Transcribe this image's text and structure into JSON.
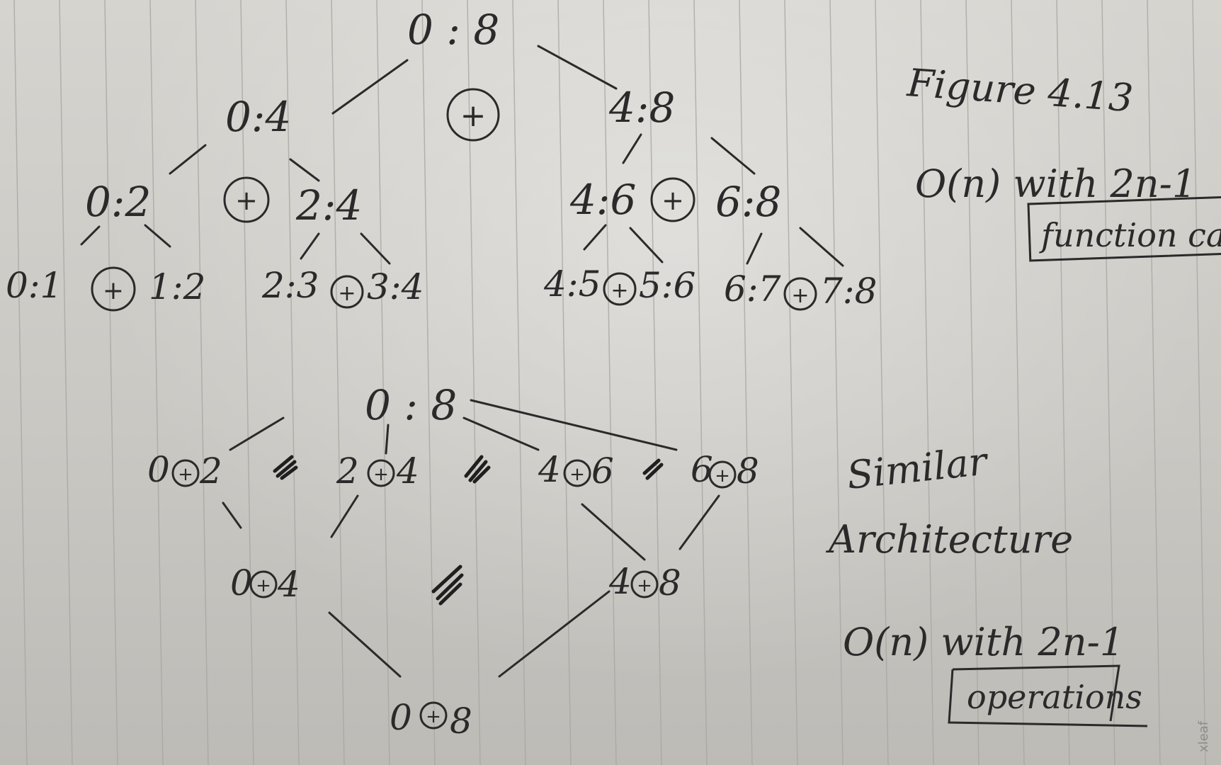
{
  "top_tree": {
    "root": "0 : 8",
    "level1": [
      "0:4",
      "4:8"
    ],
    "level2": [
      "0:2",
      "2:4",
      "4:6",
      "6:8"
    ],
    "level3": [
      "0:1",
      "1:2",
      "2:3",
      "3:4",
      "4:5",
      "5:6",
      "6:7",
      "7:8"
    ],
    "operator": "+"
  },
  "bottom_diagram": {
    "root": "0 : 8",
    "level1": [
      "0",
      "2",
      "2",
      "4",
      "4",
      "6",
      "6",
      "8"
    ],
    "level2": [
      "0",
      "4",
      "4",
      "8"
    ],
    "result": [
      "0",
      "8"
    ],
    "operator": "+"
  },
  "notes": {
    "figure_ref": "Figure 4.13",
    "complexity_top": "O(n) with 2n-1",
    "boxed_top": "function ca",
    "similar": "Similar",
    "architecture": "Architecture",
    "complexity_bottom": "O(n) with 2n-1",
    "boxed_bottom": "operations"
  },
  "margin_text": "xleaf",
  "colors": {
    "ink": "#2b2a2a",
    "paper": "#cdcbc6",
    "rule": "#a9a7a2"
  }
}
